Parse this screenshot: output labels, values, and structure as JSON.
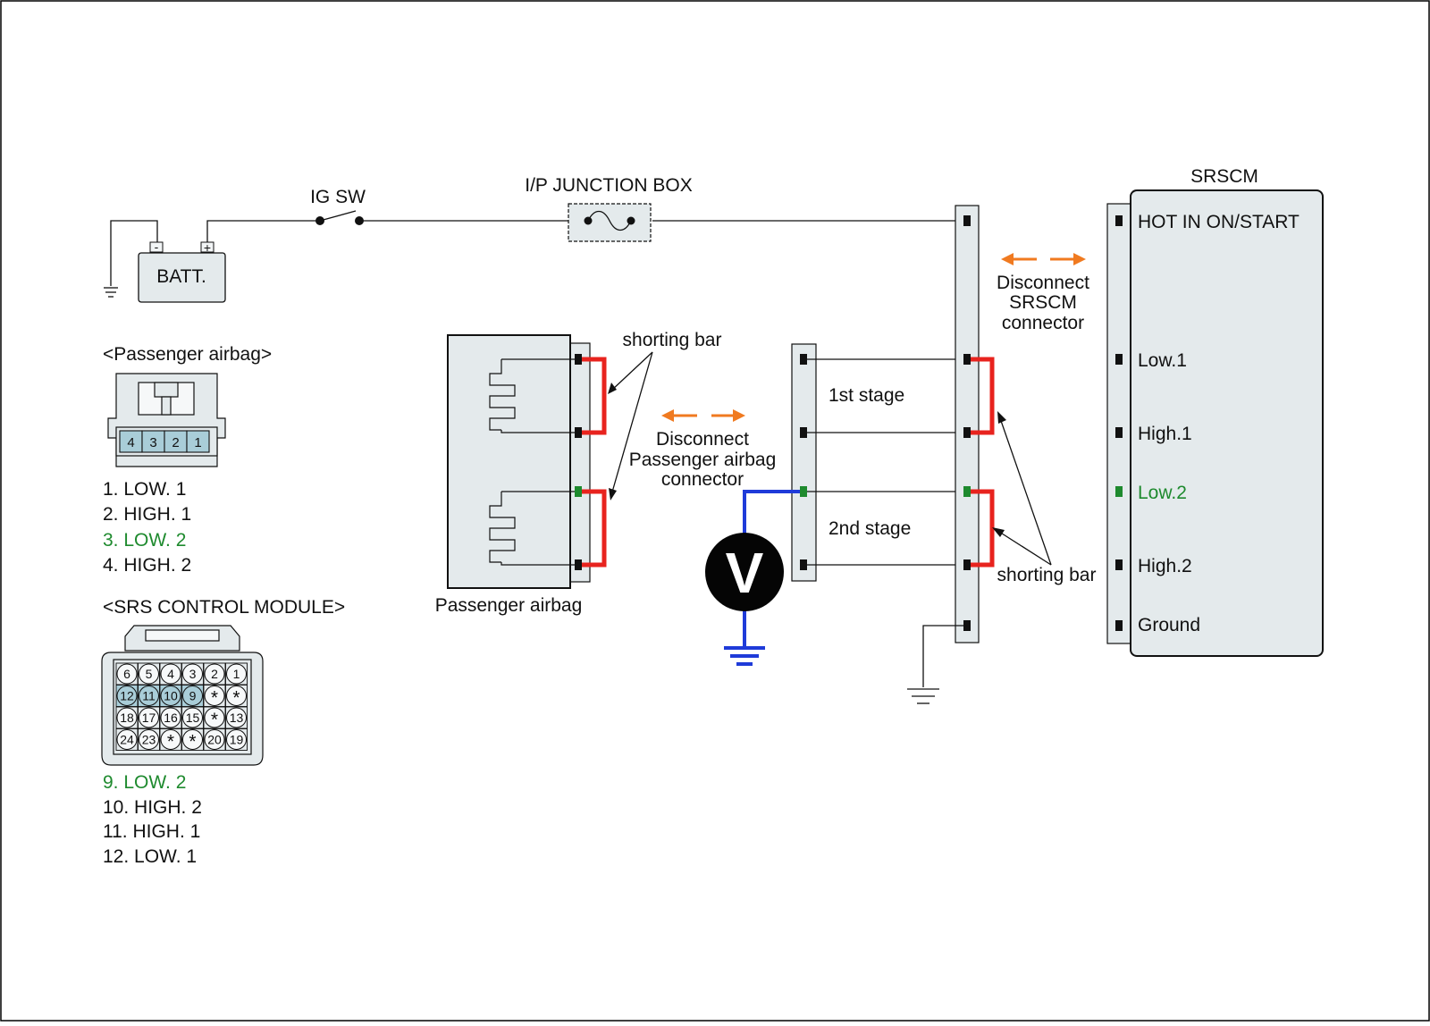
{
  "colors": {
    "shorting_bar": "#e8231e",
    "meter_wire": "#1f3bd9",
    "low2_highlight": "#1e8a2e",
    "disconnect_arrow": "#f07a20",
    "connector_fill": "#e4eaec",
    "pin_highlight": "#a9cdd8"
  },
  "power_circuit": {
    "battery_label": "BATT.",
    "battery_minus": "-",
    "battery_plus": "+",
    "ig_switch_label": "IG SW",
    "junction_box_label": "I/P JUNCTION BOX"
  },
  "srscm": {
    "title": "SRSCM",
    "pins": [
      "HOT IN ON/START",
      "Low.1",
      "High.1",
      "Low.2",
      "High.2",
      "Ground"
    ]
  },
  "srscm_disconnect": {
    "lines": [
      "Disconnect",
      "SRSCM",
      "connector"
    ]
  },
  "airbag_disconnect": {
    "lines": [
      "Disconnect",
      "Passenger airbag",
      "connector"
    ]
  },
  "stages": {
    "first": "1st stage",
    "second": "2nd stage"
  },
  "shorting_bar_label": "shorting bar",
  "passenger_airbag_label": "Passenger airbag",
  "voltmeter_symbol": "V",
  "passenger_connector": {
    "title": "<Passenger airbag>",
    "pins": [
      "4",
      "3",
      "2",
      "1"
    ],
    "legend": [
      "1. LOW. 1",
      "2. HIGH. 1",
      "3. LOW. 2",
      "4. HIGH. 2"
    ]
  },
  "srs_connector": {
    "title": "<SRS CONTROL MODULE>",
    "rows": [
      [
        "6",
        "5",
        "4",
        "3",
        "2",
        "1"
      ],
      [
        "12",
        "11",
        "10",
        "9",
        "*",
        "*"
      ],
      [
        "18",
        "17",
        "16",
        "15",
        "*",
        "13"
      ],
      [
        "24",
        "23",
        "*",
        "*",
        "20",
        "19"
      ]
    ],
    "legend": [
      "9. LOW. 2",
      "10. HIGH. 2",
      "11. HIGH. 1",
      "12. LOW. 1"
    ]
  }
}
